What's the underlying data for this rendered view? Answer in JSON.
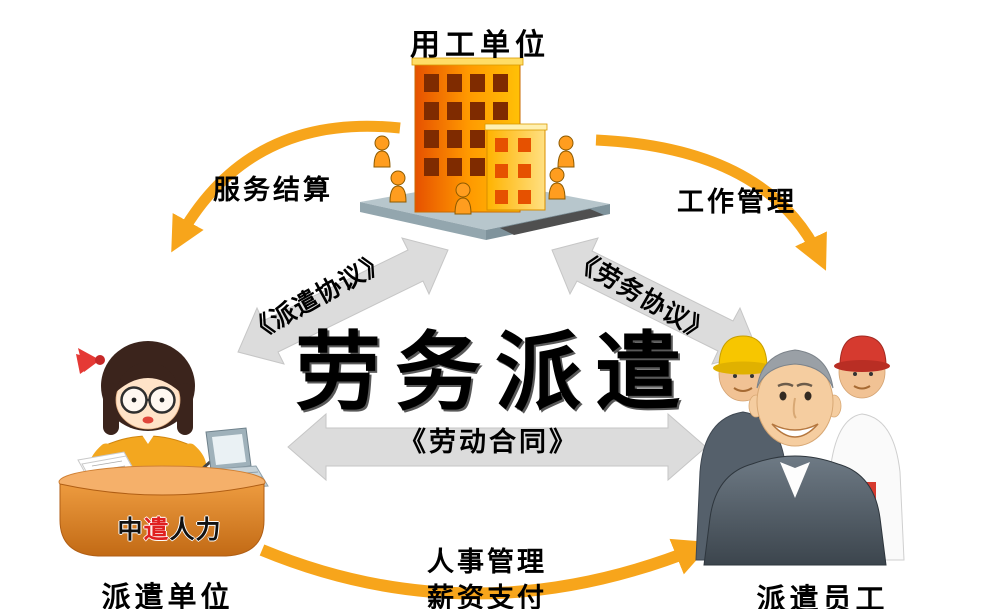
{
  "diagram": {
    "center_title": "劳务派遣",
    "nodes": {
      "employer": {
        "label": "用工单位"
      },
      "dispatch_unit": {
        "label": "派遣单位",
        "desk_sign": {
          "part1": "中",
          "part2": "遣",
          "part3": "人力"
        }
      },
      "dispatched_staff": {
        "label": "派遣员工"
      }
    },
    "relations": {
      "service_settlement": "服务结算",
      "work_management": "工作管理",
      "dispatch_agreement": "《派遣协议》",
      "labor_service_agreement": "《劳务协议》",
      "labor_contract": "《劳动合同》",
      "personnel_management": "人事管理",
      "salary_payment": "薪资支付"
    },
    "colors": {
      "arrow_orange": "#F7A51B",
      "arrow_gray": "#DCDCDC",
      "building_orange": "#FF9800",
      "sign_red": "#E02020",
      "text_black": "#000000"
    }
  }
}
